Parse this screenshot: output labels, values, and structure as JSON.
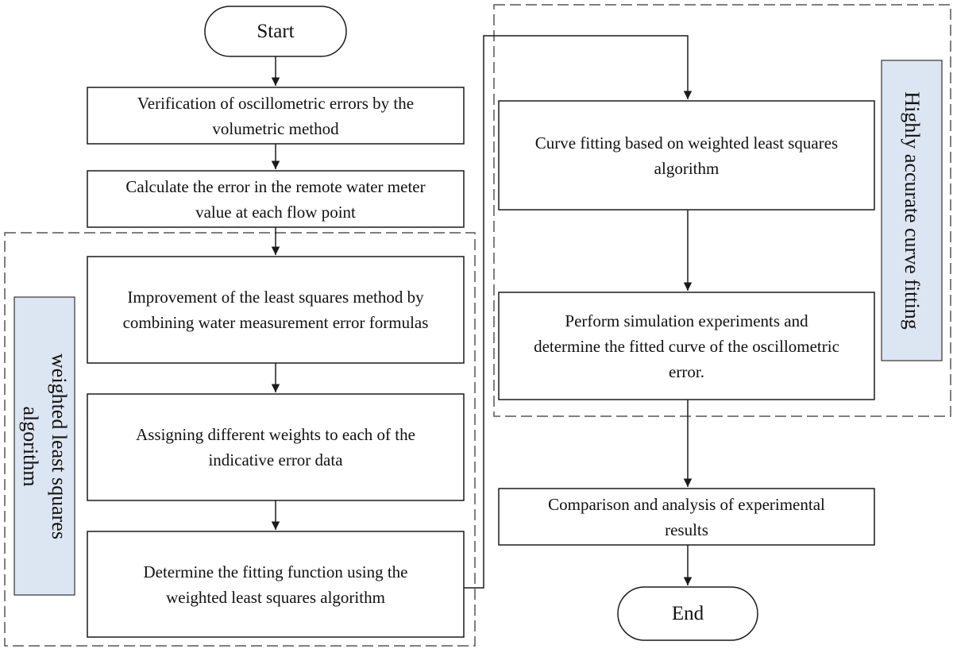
{
  "start": "Start",
  "end": "End",
  "steps": {
    "verification": [
      "Verification of oscillometric errors by the",
      "volumetric method"
    ],
    "calculate": [
      "Calculate the error in the remote water meter",
      "value at each flow point"
    ],
    "improvement": [
      "Improvement of the least squares method by",
      "combining water measurement error formulas"
    ],
    "assigning": [
      "Assigning different weights to each of the",
      "indicative error data"
    ],
    "determine": [
      "Determine the fitting function using the",
      "weighted least squares algorithm"
    ],
    "curve_fitting": [
      "Curve fitting based on weighted least squares",
      "algorithm"
    ],
    "simulation": [
      "Perform simulation experiments and",
      "determine the fitted curve of the oscillometric",
      "error."
    ],
    "comparison": [
      "Comparison and analysis of experimental",
      "results"
    ]
  },
  "groups": {
    "left": [
      "weighted least squares",
      "algorithm"
    ],
    "right": [
      "Highly accurate curve fitting"
    ]
  },
  "colors": {
    "line": "#1a1a1a",
    "group_label_fill": "#dce6f2",
    "group_border": "#555555"
  }
}
